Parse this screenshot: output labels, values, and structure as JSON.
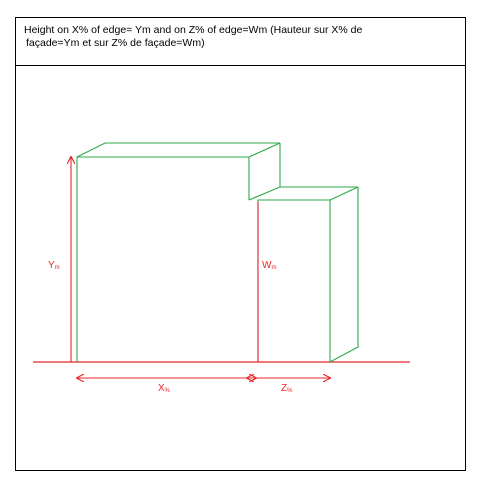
{
  "caption": {
    "line1": "Height on X% of edge= Ym and on Z% of edge=Wm (Hauteur sur X% de",
    "line2": "façade=Ym et sur Z% de façade=Wm)"
  },
  "labels": {
    "y_main": "Y",
    "y_sub": "m",
    "w_main": "W",
    "w_sub": "m",
    "x_main": "X",
    "x_sub": "%",
    "z_main": "Z",
    "z_sub": "%"
  },
  "colors": {
    "building_outline": "#2ea84a",
    "dimension_lines": "#e8272b",
    "frame": "#000000"
  }
}
